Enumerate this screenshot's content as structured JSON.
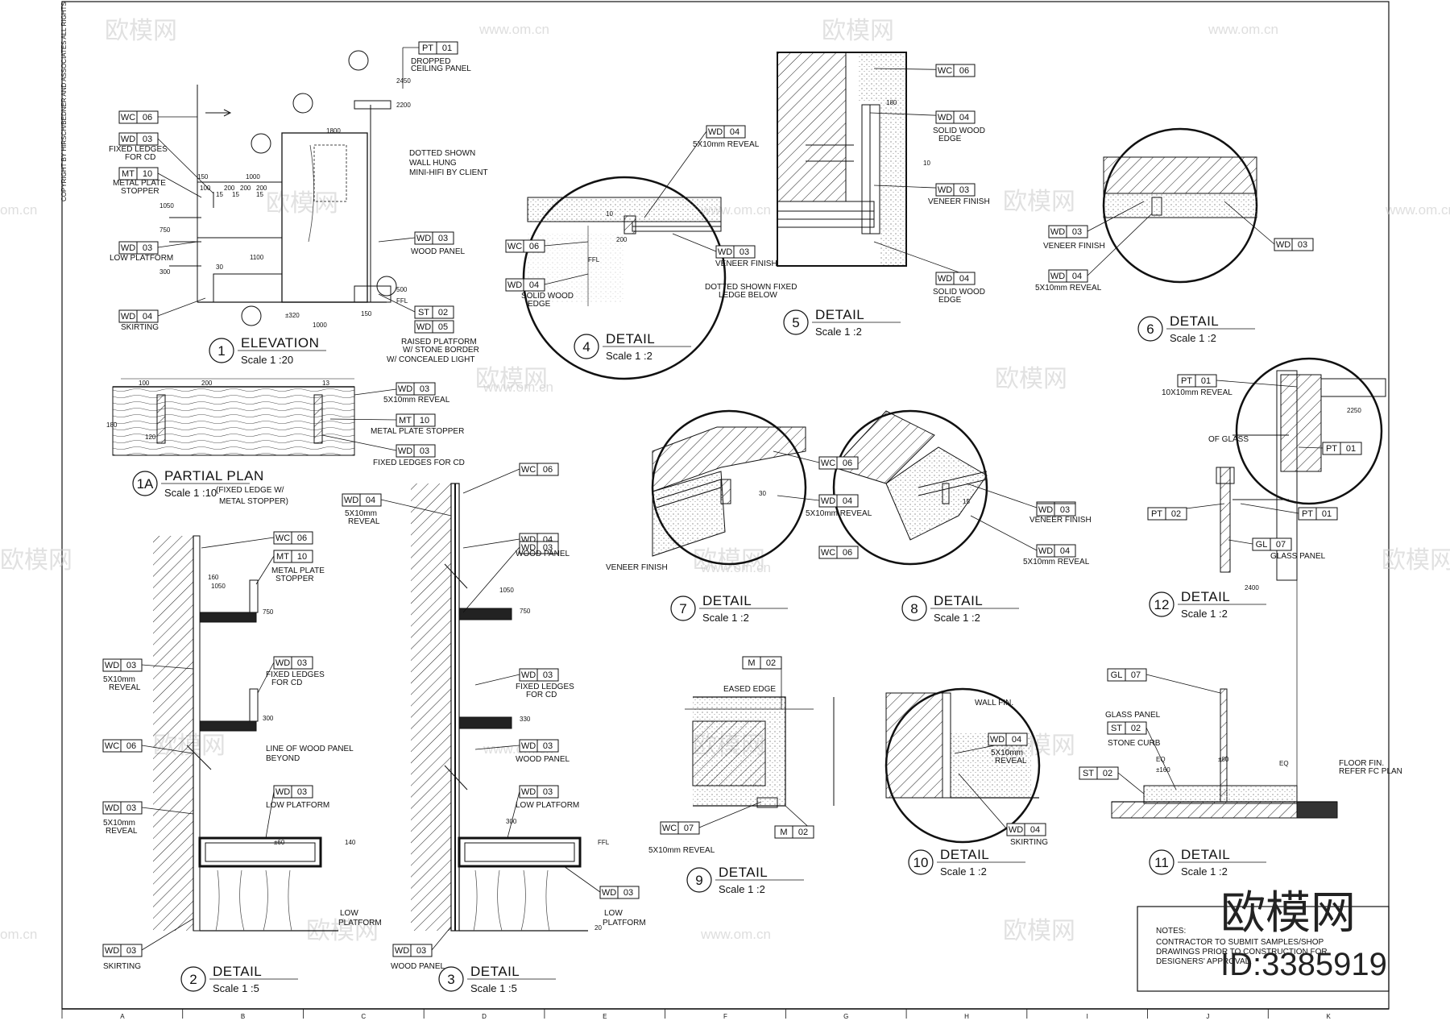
{
  "brand": {
    "name": "欧模网",
    "id": "ID:3385919",
    "site": "www.om.cn",
    "site_short": "om.cn"
  },
  "copyright": "COPYRIGHT BY HIRSCH/BEDNER AND ASSOCIATES ALL RIGHTS RESERVED",
  "details": [
    {
      "num": "1",
      "title": "ELEVATION",
      "scale": "Scale 1 :20"
    },
    {
      "num": "1A",
      "title": "PARTIAL PLAN",
      "scale": "Scale 1 :10"
    },
    {
      "num": "2",
      "title": "DETAIL",
      "scale": "Scale 1 :5"
    },
    {
      "num": "3",
      "title": "DETAIL",
      "scale": "Scale 1 :5"
    },
    {
      "num": "4",
      "title": "DETAIL",
      "scale": "Scale 1 :2"
    },
    {
      "num": "5",
      "title": "DETAIL",
      "scale": "Scale 1 :2"
    },
    {
      "num": "6",
      "title": "DETAIL",
      "scale": "Scale 1 :2"
    },
    {
      "num": "7",
      "title": "DETAIL",
      "scale": "Scale 1 :2"
    },
    {
      "num": "8",
      "title": "DETAIL",
      "scale": "Scale 1 :2"
    },
    {
      "num": "9",
      "title": "DETAIL",
      "scale": "Scale 1 :2"
    },
    {
      "num": "10",
      "title": "DETAIL",
      "scale": "Scale 1 :2"
    },
    {
      "num": "11",
      "title": "DETAIL",
      "scale": "Scale 1 :2"
    },
    {
      "num": "12",
      "title": "DETAIL",
      "scale": "Scale 1 :2"
    }
  ],
  "partial_plan_sub": [
    "(FIXED LEDGE W/",
    "METAL STOPPER)"
  ],
  "tags": [
    {
      "code": "PT",
      "num": "01"
    },
    {
      "code": "WC",
      "num": "06"
    },
    {
      "code": "WD",
      "num": "03"
    },
    {
      "code": "MT",
      "num": "10"
    },
    {
      "code": "WD",
      "num": "03"
    },
    {
      "code": "WD",
      "num": "04"
    },
    {
      "code": "WD",
      "num": "03"
    },
    {
      "code": "ST",
      "num": "02"
    },
    {
      "code": "WD",
      "num": "05"
    },
    {
      "code": "WD",
      "num": "03"
    },
    {
      "code": "MT",
      "num": "10"
    },
    {
      "code": "WD",
      "num": "03"
    },
    {
      "code": "WC",
      "num": "06"
    },
    {
      "code": "MT",
      "num": "10"
    },
    {
      "code": "WD",
      "num": "03"
    },
    {
      "code": "WD",
      "num": "03"
    },
    {
      "code": "WC",
      "num": "06"
    },
    {
      "code": "WD",
      "num": "03"
    },
    {
      "code": "WD",
      "num": "03"
    },
    {
      "code": "WD",
      "num": "03"
    },
    {
      "code": "WD",
      "num": "04"
    },
    {
      "code": "WD",
      "num": "04"
    },
    {
      "code": "WC",
      "num": "06"
    },
    {
      "code": "WD",
      "num": "03"
    },
    {
      "code": "WD",
      "num": "03"
    },
    {
      "code": "WD",
      "num": "03"
    },
    {
      "code": "WD",
      "num": "03"
    },
    {
      "code": "WD",
      "num": "03"
    },
    {
      "code": "WD",
      "num": "03"
    },
    {
      "code": "WD",
      "num": "04"
    },
    {
      "code": "WC",
      "num": "06"
    },
    {
      "code": "WD",
      "num": "04"
    },
    {
      "code": "WD",
      "num": "03"
    },
    {
      "code": "WC",
      "num": "06"
    },
    {
      "code": "WD",
      "num": "04"
    },
    {
      "code": "WD",
      "num": "03"
    },
    {
      "code": "WD",
      "num": "04"
    },
    {
      "code": "WD",
      "num": "03"
    },
    {
      "code": "WD",
      "num": "04"
    },
    {
      "code": "WD",
      "num": "03"
    },
    {
      "code": "WC",
      "num": "07"
    },
    {
      "code": "WD",
      "num": "04"
    },
    {
      "code": "WC",
      "num": "06"
    },
    {
      "code": "WD",
      "num": "04"
    },
    {
      "code": "WD",
      "num": "03"
    },
    {
      "code": "WC",
      "num": "06"
    },
    {
      "code": "WD",
      "num": "03"
    },
    {
      "code": "WD",
      "num": "04"
    },
    {
      "code": "PT",
      "num": "01"
    },
    {
      "code": "PT",
      "num": "01"
    },
    {
      "code": "PT",
      "num": "02"
    },
    {
      "code": "PT",
      "num": "01"
    },
    {
      "code": "GL",
      "num": "07"
    },
    {
      "code": "M",
      "num": "02"
    },
    {
      "code": "WC",
      "num": "07"
    },
    {
      "code": "M",
      "num": "02"
    },
    {
      "code": "WD",
      "num": "04"
    },
    {
      "code": "WD",
      "num": "04"
    },
    {
      "code": "GL",
      "num": "07"
    },
    {
      "code": "ST",
      "num": "02"
    },
    {
      "code": "ST",
      "num": "02"
    }
  ],
  "labels": [
    "DROPPED",
    "CEILING PANEL",
    "FIXED LEDGES",
    "FOR CD",
    "METAL PLATE",
    "STOPPER",
    "LOW PLATFORM",
    "SKIRTING",
    "DOTTED SHOWN",
    "WALL HUNG",
    "MINI-HIFI BY CLIENT",
    "WOOD PANEL",
    "RAISED PLATFORM",
    "W/ STONE BORDER",
    "W/ CONCEALED LIGHT",
    "5X10mm REVEAL",
    "METAL PLATE STOPPER",
    "FIXED LEDGES FOR CD",
    "5X10mm",
    "REVEAL",
    "METAL PLATE",
    "STOPPER",
    "FIXED LEDGES",
    "FOR CD",
    "LINE OF WOOD PANEL",
    "BEYOND",
    "LOW PLATFORM",
    "5X10mm",
    "REVEAL",
    "SKIRTING",
    "5X10mm",
    "REVEAL",
    "WOOD PANEL",
    "FIXED LEDGES",
    "FOR CD",
    "WOOD PANEL",
    "LOW PLATFORM",
    "WOOD PANEL",
    "LOW",
    "PLATFORM",
    "LOW",
    "PLATFORM",
    "5X10mm REVEAL",
    "VENEER FINISH",
    "SOLID WOOD",
    "EDGE",
    "DOTTED SHOWN FIXED",
    "LEDGE BELOW",
    "SOLID WOOD",
    "EDGE",
    "VENEER FINISH",
    "SOLID WOOD",
    "EDGE",
    "VENEER FINISH",
    "5X10mm REVEAL",
    "5X10mm REVEAL",
    "VENEER FINISH",
    "VENEER FINISH",
    "5X10mm REVEAL",
    "10X10mm REVEAL",
    "OF GLASS",
    "GLASS PANEL",
    "EASED EDGE",
    "5X10mm REVEAL",
    "WALL FIN.",
    "5X10mm",
    "REVEAL",
    "SKIRTING",
    "GLASS PANEL",
    "STONE CURB",
    "FLOOR FIN.",
    "REFER FC PLAN"
  ],
  "dims": [
    "2450",
    "2200",
    "1800",
    "150",
    "1000",
    "100",
    "200",
    "200",
    "200",
    "15",
    "15",
    "15",
    "1050",
    "750",
    "1100",
    "30",
    "300",
    "±320",
    "1000",
    "150",
    "500",
    "FFL",
    "100",
    "200",
    "13",
    "180",
    "120",
    "160",
    "1050",
    "750",
    "300",
    "±60",
    "140",
    "1050",
    "750",
    "330",
    "300",
    "FFL",
    "20",
    "10",
    "200",
    "10",
    "180",
    "FFL",
    "30",
    "15",
    "±160",
    "EQ",
    "EQ",
    "±80",
    "2400",
    "2250"
  ],
  "notes": {
    "heading": "NOTES:",
    "lines": [
      "CONTRACTOR TO SUBMIT SAMPLES/SHOP",
      "DRAWINGS PRIOR TO CONSTRUCTION FOR",
      "DESIGNERS' APPROVAL."
    ]
  },
  "grid": [
    "A",
    "B",
    "C",
    "D",
    "E",
    "F",
    "G",
    "H",
    "I",
    "J",
    "K"
  ]
}
